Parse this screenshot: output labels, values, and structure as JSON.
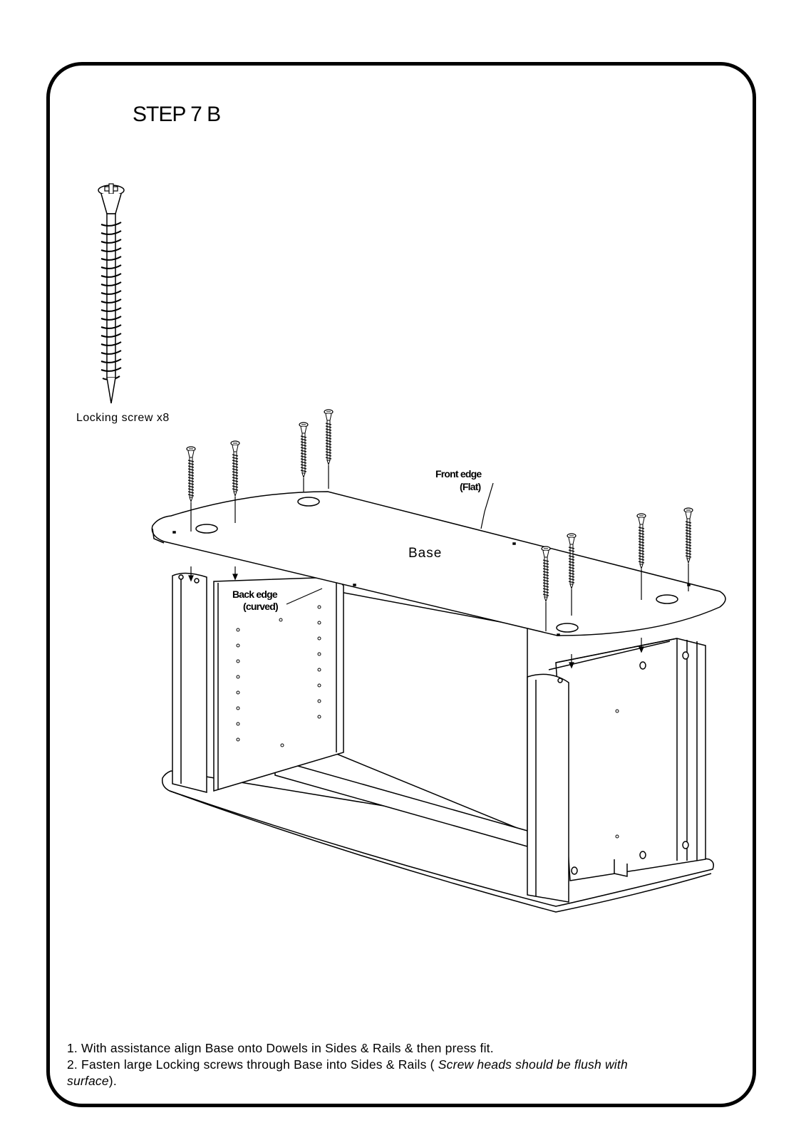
{
  "step": {
    "title": "STEP 7 B"
  },
  "parts": {
    "screw_label": "Locking screw x8"
  },
  "labels": {
    "front_edge_1": "Front edge",
    "front_edge_2": "(Flat)",
    "back_edge_1": "Back edge",
    "back_edge_2": "(curved)",
    "base": "Base"
  },
  "instructions": {
    "line1": "1. With assistance align Base onto Dowels in Sides & Rails & then press fit.",
    "line2_prefix": "2. Fasten large Locking screws through Base into Sides & Rails (",
    "line2_italic_a": "Screw heads should be flush with",
    "line2_italic_b": "surface",
    "line2_suffix": ")."
  }
}
